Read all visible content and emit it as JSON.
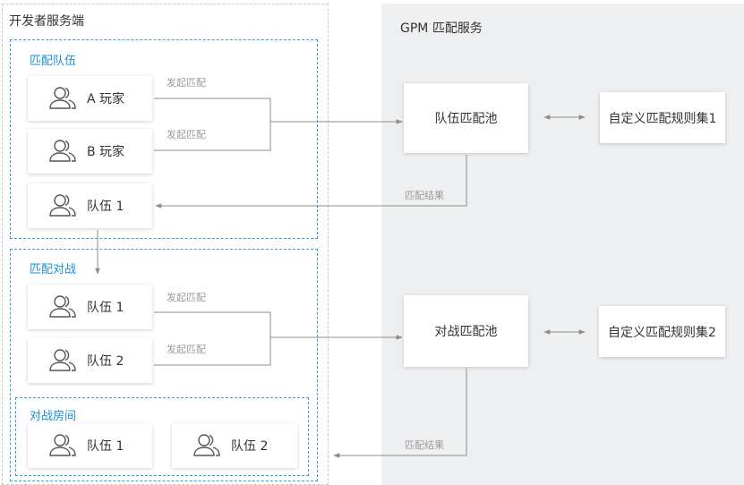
{
  "developer_server": {
    "title": "开发者服务端",
    "match_team_group": {
      "title": "匹配队伍",
      "players": [
        "A 玩家",
        "B 玩家"
      ],
      "result_team": "队伍 1",
      "edge_labels": [
        "发起匹配",
        "发起匹配"
      ]
    },
    "match_battle_group": {
      "title": "匹配对战",
      "teams": [
        "队伍 1",
        "队伍 2"
      ],
      "edge_labels": [
        "发起匹配",
        "发起匹配"
      ]
    },
    "battle_room_group": {
      "title": "对战房间",
      "teams": [
        "队伍 1",
        "队伍 2"
      ]
    }
  },
  "gpm_service": {
    "title": "GPM 匹配服务",
    "team_pool": "队伍匹配池",
    "battle_pool": "对战匹配池",
    "rule_set_1": "自定义匹配规则集1",
    "rule_set_2": "自定义匹配规则集2",
    "result_label_1": "匹配结果",
    "result_label_2": "匹配结果"
  },
  "icons": {
    "user_group": "users-icon",
    "bidirectional": "double-arrow-icon"
  },
  "colors": {
    "group_border": "#2aa0e6",
    "group_title": "#1a8fd8",
    "gpm_bg": "#eeeff1",
    "line": "#8c8c8c"
  }
}
